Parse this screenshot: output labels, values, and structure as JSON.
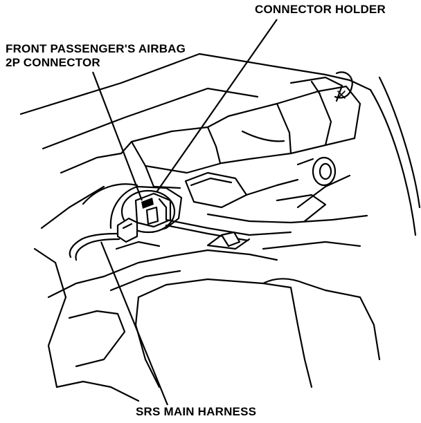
{
  "labels": {
    "connector_holder": "CONNECTOR HOLDER",
    "passenger_line1": "FRONT PASSENGER'S AIRBAG",
    "passenger_line2": "2P CONNECTOR",
    "srs_main_harness": "SRS MAIN HARNESS"
  }
}
